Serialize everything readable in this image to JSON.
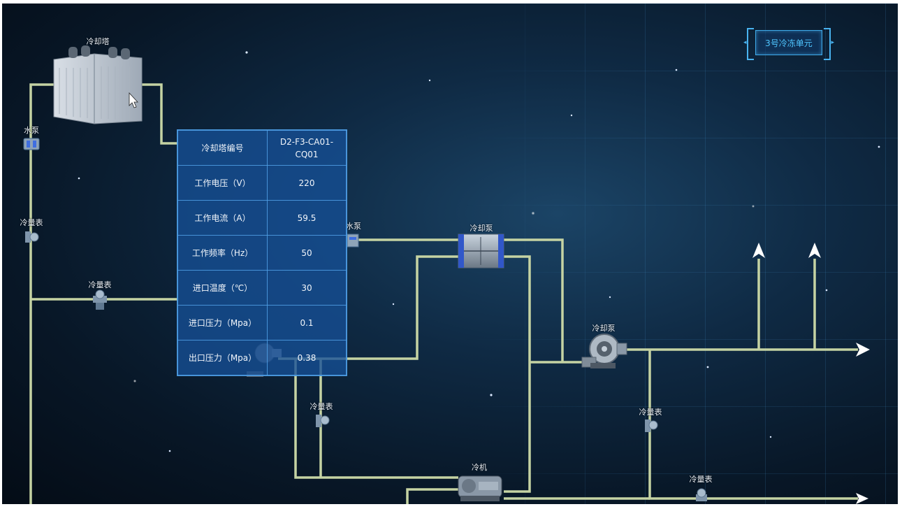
{
  "unit_button_label": "3号冷冻单元",
  "info_panel": {
    "rows": [
      {
        "key": "冷却塔编号",
        "value": "D2-F3-CA01-\nCQ01"
      },
      {
        "key": "工作电压（V）",
        "value": "220"
      },
      {
        "key": "工作电流（A）",
        "value": "59.5"
      },
      {
        "key": "工作频率（Hz）",
        "value": "50"
      },
      {
        "key": "进口温度（℃）",
        "value": "30"
      },
      {
        "key": "进口压力（Mpa）",
        "value": "0.1"
      },
      {
        "key": "出口压力（Mpa）",
        "value": "0.38"
      }
    ]
  },
  "labels": {
    "cooling_tower": "冷却塔",
    "water_pump_left": "水泵",
    "flowmeter_left": "冷量表",
    "flowmeter_mid_left": "冷量表",
    "water_pump_center": "水泵",
    "cold_pump_top": "冷却泵",
    "cooling_pump_right": "冷却泵",
    "flowmeter_bottom_center": "冷量表",
    "flowmeter_right": "冷量表",
    "chiller": "冷机",
    "flowmeter_bottom_right": "冷量表"
  },
  "colors": {
    "pipe": "#c5d3a3",
    "panel_bg": "#1650967a",
    "accent": "#4fc6ff"
  }
}
